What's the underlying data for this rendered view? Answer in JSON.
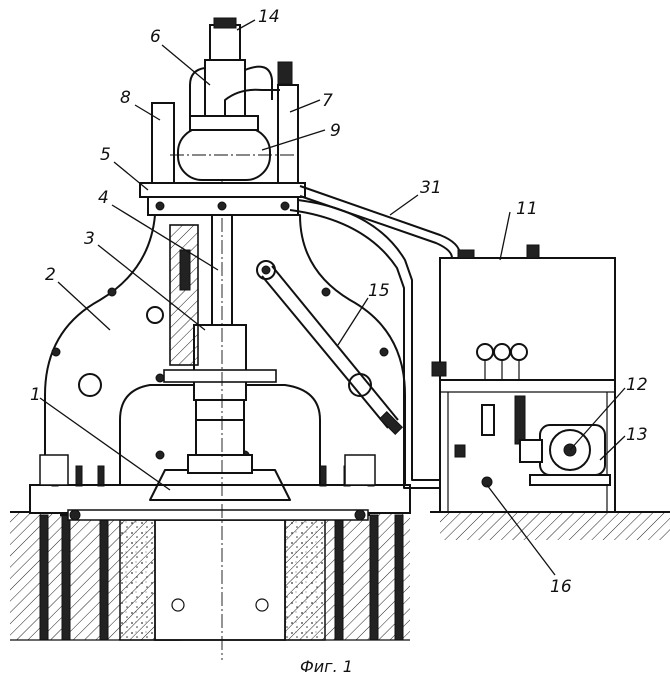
{
  "caption": "Фиг. 1",
  "callouts": [
    {
      "id": "1",
      "text": "1"
    },
    {
      "id": "2",
      "text": "2"
    },
    {
      "id": "3",
      "text": "3"
    },
    {
      "id": "4",
      "text": "4"
    },
    {
      "id": "5",
      "text": "5"
    },
    {
      "id": "6",
      "text": "6"
    },
    {
      "id": "7",
      "text": "7"
    },
    {
      "id": "8",
      "text": "8"
    },
    {
      "id": "9",
      "text": "9"
    },
    {
      "id": "11",
      "text": "11"
    },
    {
      "id": "12",
      "text": "12"
    },
    {
      "id": "13",
      "text": "13"
    },
    {
      "id": "14",
      "text": "14"
    },
    {
      "id": "15",
      "text": "15"
    },
    {
      "id": "16",
      "text": "16"
    },
    {
      "id": "31",
      "text": "31"
    }
  ]
}
